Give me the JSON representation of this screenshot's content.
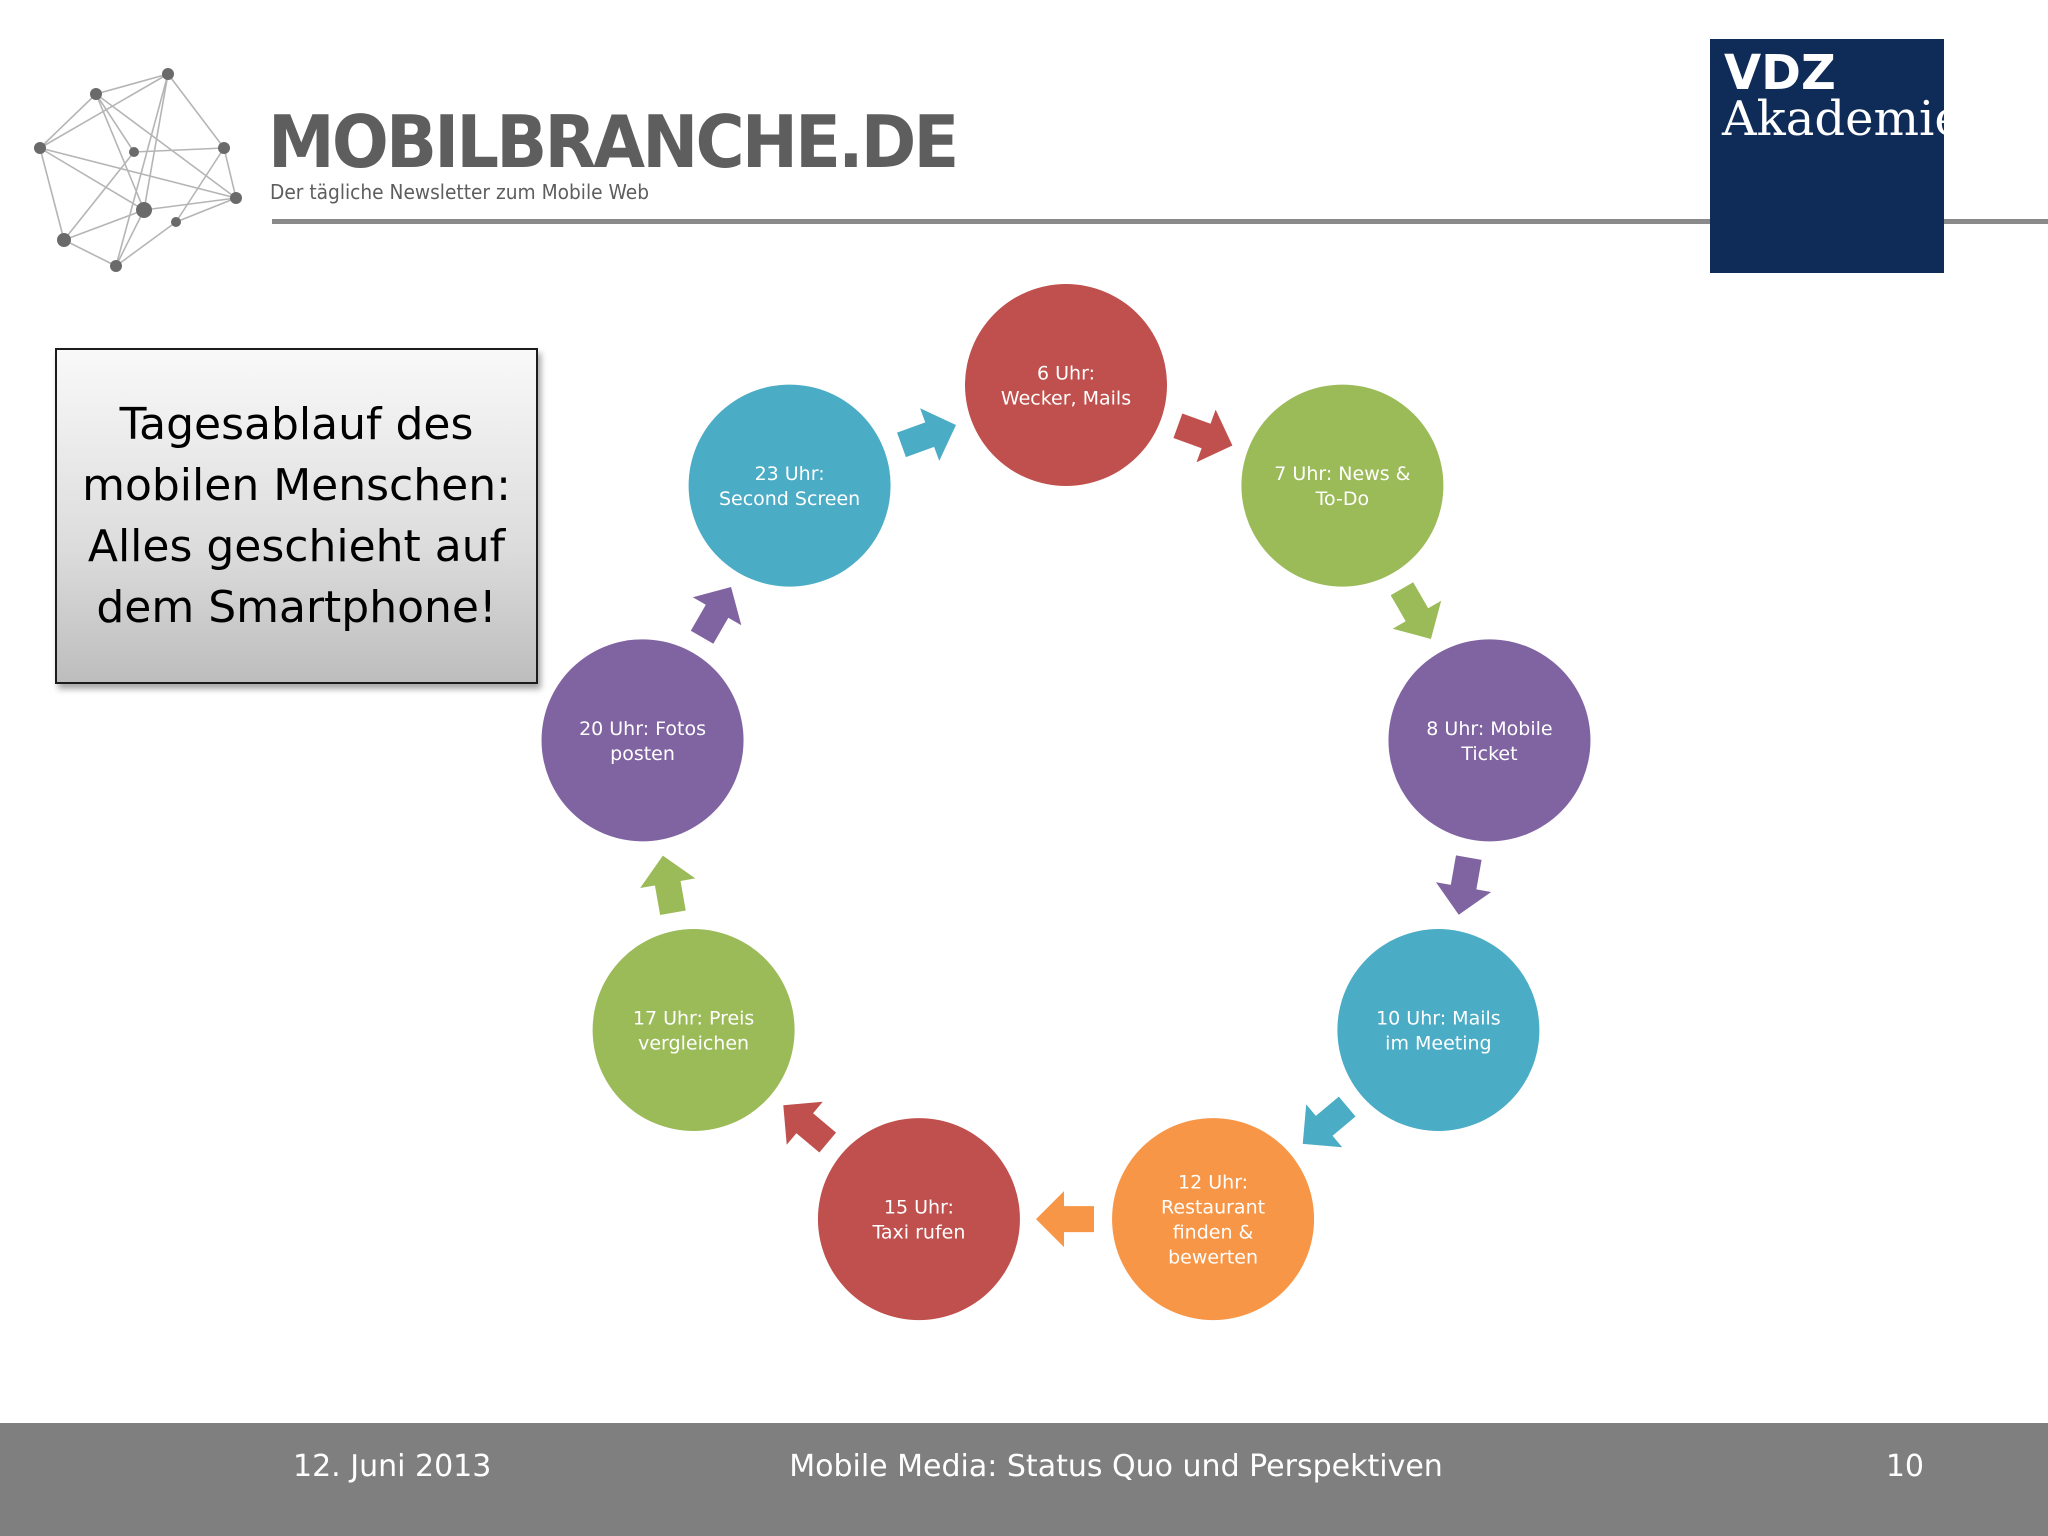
{
  "header": {
    "brand_title": "MOBILBRANCHE.DE",
    "brand_tagline": "Der tägliche Newsletter zum Mobile Web",
    "partner_line1": "VDZ",
    "partner_line2": "Akademie"
  },
  "title_box": {
    "text": "Tagesablauf des\nmobilen Menschen:\nAlles geschieht auf\ndem Smartphone!"
  },
  "cycle": {
    "nodes": [
      {
        "lines": [
          "6 Uhr:",
          "Wecker, Mails"
        ],
        "color": "#c0504d"
      },
      {
        "lines": [
          "7 Uhr: News &",
          "To-Do"
        ],
        "color": "#9bbb59"
      },
      {
        "lines": [
          "8 Uhr: Mobile",
          "Ticket"
        ],
        "color": "#8064a2"
      },
      {
        "lines": [
          "10 Uhr: Mails",
          "im Meeting"
        ],
        "color": "#4bacc6"
      },
      {
        "lines": [
          "12 Uhr:",
          "Restaurant",
          "finden &",
          "bewerten"
        ],
        "color": "#f79646"
      },
      {
        "lines": [
          "15 Uhr:",
          "Taxi rufen"
        ],
        "color": "#c0504d"
      },
      {
        "lines": [
          "17 Uhr: Preis",
          "vergleichen"
        ],
        "color": "#9bbb59"
      },
      {
        "lines": [
          "20 Uhr: Fotos",
          "posten"
        ],
        "color": "#8064a2"
      },
      {
        "lines": [
          "23 Uhr:",
          "Second Screen"
        ],
        "color": "#4bacc6"
      }
    ]
  },
  "footer": {
    "date": "12. Juni 2013",
    "title": "Mobile Media: Status Quo und Perspektiven",
    "page": "10"
  }
}
